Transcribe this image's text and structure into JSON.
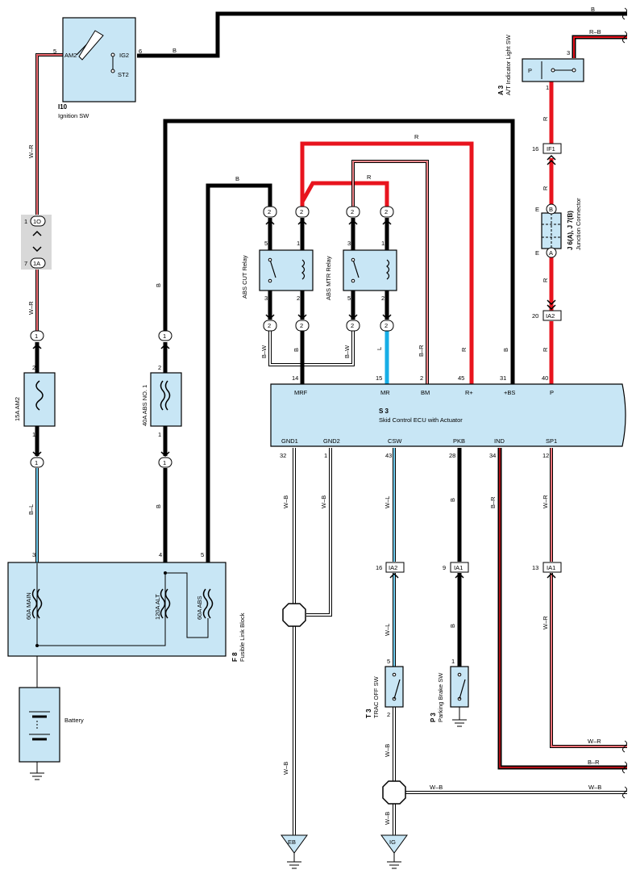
{
  "components": {
    "ignition_sw": {
      "code": "I10",
      "name": "Ignition SW",
      "pin_am2": "AM2",
      "pin_ig2": "IG2",
      "pin_st2": "ST2",
      "pin5": "5",
      "pin6": "6"
    },
    "at_indicator_sw": {
      "code": "A 3",
      "name": "A/T Indicator Light SW",
      "pin_p": "P",
      "pin3": "3",
      "pin1": "1"
    },
    "junction_connector": {
      "code": "J 6(A), J 7(B)",
      "name": "Junction Connector",
      "e1": "E",
      "e2": "E",
      "b": "B",
      "a": "A"
    },
    "abs_cut_relay": {
      "name": "ABS CUT Relay",
      "p5": "5",
      "p1": "1",
      "p3": "3",
      "p2": "2"
    },
    "abs_mtr_relay": {
      "name": "ABS MTR Relay",
      "p3": "3",
      "p1": "1",
      "p5": "5",
      "p2": "2"
    },
    "fuse_am2": {
      "name": "15A AM2",
      "p2": "2",
      "p1": "1"
    },
    "fuse_abs1": {
      "name": "40A ABS NO. 1",
      "p2": "2",
      "p1": "1"
    },
    "ecu": {
      "code": "S 3",
      "name": "Skid Control ECU with Actuator",
      "top_pins": [
        {
          "num": "14",
          "label": "MRF"
        },
        {
          "num": "15",
          "label": "MR"
        },
        {
          "num": "2",
          "label": "BM"
        },
        {
          "num": "45",
          "label": "R+"
        },
        {
          "num": "31",
          "label": "+BS"
        },
        {
          "num": "40",
          "label": "P"
        }
      ],
      "bottom_pins": [
        {
          "num": "32",
          "label": "GND1"
        },
        {
          "num": "1",
          "label": "GND2"
        },
        {
          "num": "43",
          "label": "CSW"
        },
        {
          "num": "28",
          "label": "PKB"
        },
        {
          "num": "34",
          "label": "IND"
        },
        {
          "num": "12",
          "label": "SP1"
        }
      ]
    },
    "fusible_link_block": {
      "code": "F 8",
      "name": "Fusible Link Block",
      "main": "60A MAIN",
      "alt": "120A ALT",
      "abs": "60A ABS",
      "p3": "3",
      "p4": "4",
      "p5": "5"
    },
    "battery": {
      "name": "Battery"
    },
    "trac_off_sw": {
      "code": "T 3",
      "name": "TRAC OFF SW",
      "p5": "5",
      "p2": "2"
    },
    "parking_brake_sw": {
      "code": "P 3",
      "name": "Parking Brake SW",
      "p1": "1"
    }
  },
  "connectors": {
    "c1o": "1O",
    "c1o_pin": "1",
    "c1a": "1A",
    "c1a_pin": "7",
    "if1": "IF1",
    "if1_pin": "16",
    "ia2_top": "IA2",
    "ia2_top_pin": "20",
    "ia2_bot": "IA2",
    "ia2_bot_pin": "16",
    "ia1_pkb": "IA1",
    "ia1_pkb_pin": "9",
    "ia1_sp1": "IA1",
    "ia1_sp1_pin": "13",
    "round": [
      "1",
      "1",
      "1",
      "1",
      "2",
      "2",
      "2",
      "2",
      "2",
      "2",
      "2",
      "2"
    ]
  },
  "wire_labels": {
    "b": "B",
    "rb": "R–B",
    "wr": "W–R",
    "r": "R",
    "bw": "B–W",
    "l": "L",
    "br": "B–R",
    "bl": "B–L",
    "wb": "W–B",
    "wl": "W–L"
  },
  "grounds": {
    "eb": "EB",
    "ig": "IG"
  },
  "colors": {
    "ecu_fill": "#c8e6f5",
    "red_wire": "#e8141e",
    "blue_wire": "#17aee6",
    "black_wire": "#000000"
  }
}
